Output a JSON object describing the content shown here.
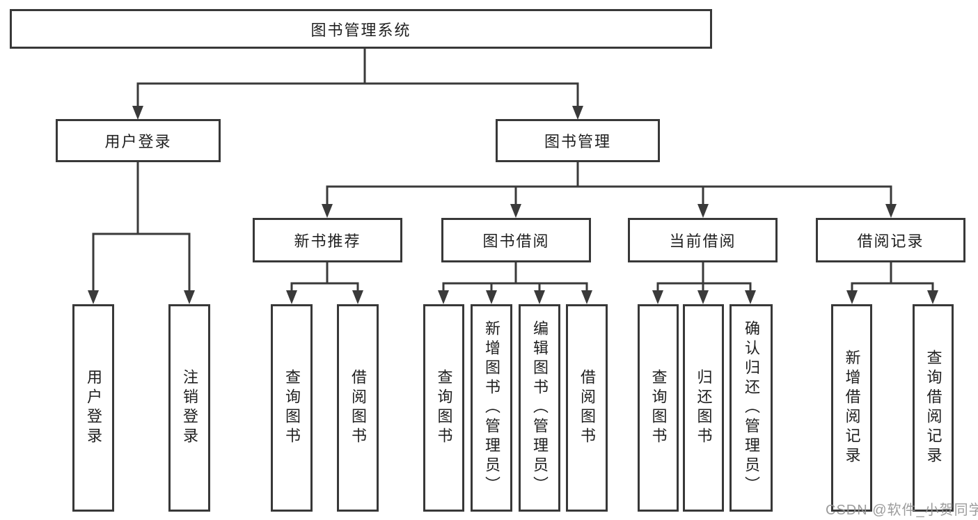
{
  "tree": {
    "root": {
      "label": "图书管理系统"
    },
    "branches": [
      {
        "label": "用户登录",
        "children": [
          {
            "label": "用户登录"
          },
          {
            "label": "注销登录"
          }
        ]
      },
      {
        "label": "图书管理",
        "children": [
          {
            "label": "新书推荐",
            "children": [
              {
                "label": "查询图书"
              },
              {
                "label": "借阅图书"
              }
            ]
          },
          {
            "label": "图书借阅",
            "children": [
              {
                "label": "查询图书"
              },
              {
                "label": "新增图书（管理员）"
              },
              {
                "label": "编辑图书（管理员）"
              },
              {
                "label": "借阅图书"
              }
            ]
          },
          {
            "label": "当前借阅",
            "children": [
              {
                "label": "查询图书"
              },
              {
                "label": "归还图书"
              },
              {
                "label": "确认归还（管理员）"
              }
            ]
          },
          {
            "label": "借阅记录",
            "children": [
              {
                "label": "新增借阅记录"
              },
              {
                "label": "查询借阅记录"
              }
            ]
          }
        ]
      }
    ]
  },
  "watermark": {
    "text": "CSDN @软件_小贺同学"
  },
  "colors": {
    "line": "#3a3a3a",
    "border": "#383838",
    "text": "#1f1f1f",
    "watermark": "#949494",
    "background": "#ffffff"
  }
}
